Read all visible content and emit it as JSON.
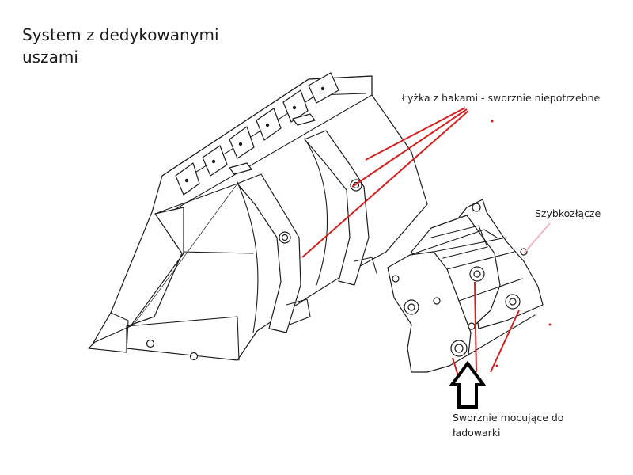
{
  "title": {
    "line1": "System z dedykowanymi",
    "line2": "uszami"
  },
  "labels": {
    "bucket": "Łyżka z hakami - sworznie niepotrzebne",
    "coupler": "Szybkozłącze",
    "pins_line1": "Sworznie mocujące do",
    "pins_line2": "ładowarki"
  },
  "colors": {
    "leader_red": "#d42020",
    "leader_pink": "#f0b6c0",
    "drawing": "#1c1c1c",
    "background": "#ffffff"
  },
  "icons": {
    "arrow": "up-arrow-icon"
  }
}
